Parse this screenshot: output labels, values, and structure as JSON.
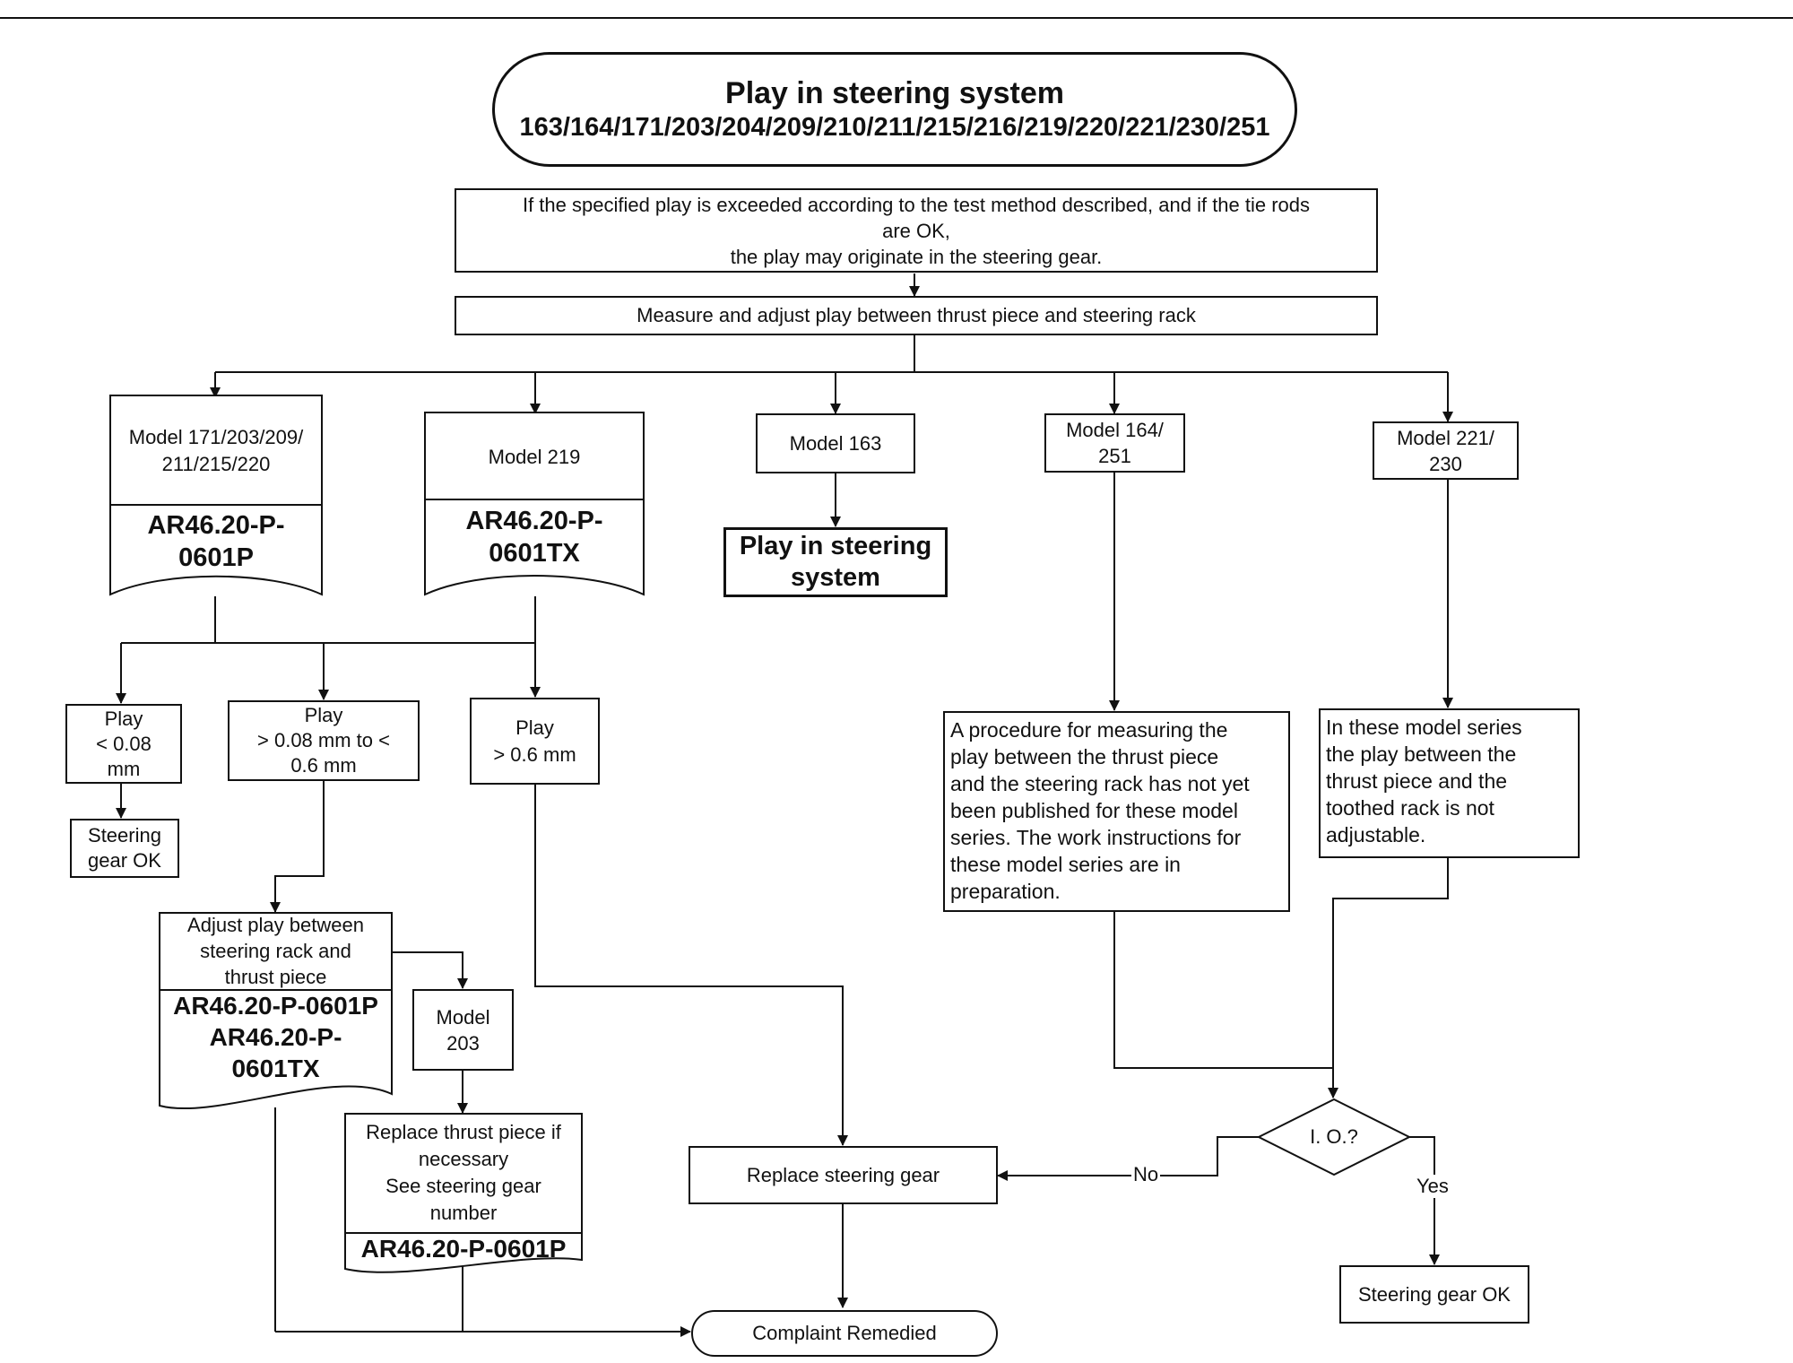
{
  "title": {
    "line1": "Play in steering system",
    "line2": "163/164/171/203/204/209/210/211/215/216/219/220/221/230/251"
  },
  "intro": {
    "line1": "If the specified play is exceeded according to the test method described, and if the tie rods",
    "line2": "are OK,",
    "line3": "the play may originate in the steering gear."
  },
  "measure": "Measure and adjust play between thrust piece and steering rack",
  "branch_a": {
    "label_line1": "Model 171/203/209/",
    "label_line2": "211/215/220",
    "code_line1": "AR46.20-P-",
    "code_line2": "0601P"
  },
  "branch_b": {
    "label": "Model 219",
    "code_line1": "AR46.20-P-",
    "code_line2": "0601TX"
  },
  "branch_c": {
    "label": "Model 163",
    "result_line1": "Play in steering",
    "result_line2": "system"
  },
  "branch_d": {
    "label_line1": "Model 164/",
    "label_line2": "251",
    "note": [
      "A procedure for measuring the",
      "play between the thrust piece",
      "and the steering rack has not yet",
      "been published for these model",
      "series. The work instructions for",
      "these model series are in",
      "preparation."
    ]
  },
  "branch_e": {
    "label_line1": "Model 221/",
    "label_line2": "230",
    "note": [
      "In these model series",
      "the play between the",
      "thrust piece and the",
      "toothed rack is not",
      "adjustable."
    ]
  },
  "play_low": {
    "line1": "Play",
    "line2": "< 0.08",
    "line3": "mm"
  },
  "steering_ok_left": {
    "line1": "Steering",
    "line2": "gear OK"
  },
  "play_mid": {
    "line1": "Play",
    "line2": "> 0.08 mm to <",
    "line3": "0.6 mm"
  },
  "play_high": {
    "line1": "Play",
    "line2": "> 0.6 mm"
  },
  "adjust": {
    "line1": "Adjust play between",
    "line2": "steering rack and",
    "line3": "thrust piece",
    "code1": "AR46.20-P-0601P",
    "code2": "AR46.20-P-",
    "code3": "0601TX"
  },
  "model203": {
    "line1": "Model",
    "line2": "203"
  },
  "replace_thrust": {
    "line1": "Replace thrust piece if",
    "line2": "necessary",
    "line3": "See steering gear",
    "line4": "number",
    "code": "AR46.20-P-0601P"
  },
  "replace_gear": "Replace steering gear",
  "decision": "I. O.?",
  "edge_no": "No",
  "edge_yes": "Yes",
  "steering_ok_right": "Steering gear OK",
  "complaint": "Complaint Remedied",
  "colors": {
    "line": "#111111",
    "background": "#ffffff"
  }
}
